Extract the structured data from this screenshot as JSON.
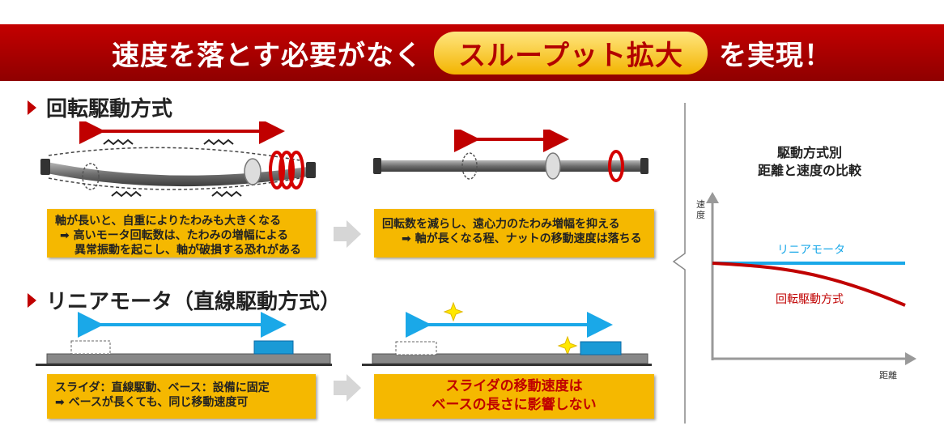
{
  "banner": {
    "before": "速度を落とす必要がなく",
    "highlight": "スループット拡大",
    "after": "を実現！"
  },
  "section_rotary": {
    "title": "回転駆動方式",
    "box1_lines": [
      "軸が長いと、自重によりたわみも大きくなる",
      "➡ 高いモータ回転数は、たわみの増幅による",
      "異常振動を起こし、軸が破損する恐れがある"
    ],
    "box2_lines": [
      "回転数を減らし、遠心力のたわみ増幅を抑える",
      "➡ 軸が長くなる程、ナットの移動速度は落ちる"
    ]
  },
  "section_linear": {
    "title": "リニアモータ（直線駆動方式）",
    "box1_lines": [
      "スライダ：直線駆動、ベース：設備に固定",
      "➡ ベースが長くても、同じ移動速度可"
    ],
    "box2_lines": [
      "スライダの移動速度は",
      "ベースの長さに影響しない"
    ]
  },
  "graph": {
    "title_line1": "駆動方式別",
    "title_line2": "距離と速度の比較",
    "y_axis_label": "速度",
    "x_axis_label": "距離",
    "series_linear": "リニアモータ",
    "series_rotary": "回転駆動方式"
  },
  "colors": {
    "banner_red": "#b00000",
    "highlight_gold": "#f3b400",
    "box_yellow": "#f5b800",
    "arrow_red": "#c00000",
    "arrow_blue": "#1aa8e8",
    "slider_blue": "#1a9ad6"
  }
}
